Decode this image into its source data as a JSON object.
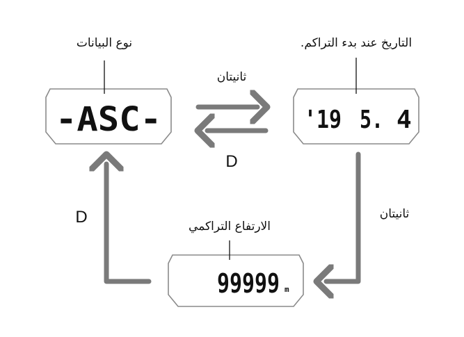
{
  "labels": {
    "data_type": "نوع البيانات",
    "start_date": "التاريخ عند بدء التراكم.",
    "cumulative_ascent": "الارتفاع التراكمي",
    "top_arrow": "ثانيتان",
    "right_arrow": "ثانيتان",
    "bottom_arrow": "D",
    "left_arrow": "D"
  },
  "screens": {
    "asc": {
      "text": "-ASC-"
    },
    "date": {
      "year": "'19",
      "month": "5.",
      "day": "4"
    },
    "ascent": {
      "value": "99999",
      "unit": "m"
    }
  },
  "colors": {
    "arrow": "#7a7a7a",
    "frame": "#8a8a8a",
    "text": "#111111"
  }
}
